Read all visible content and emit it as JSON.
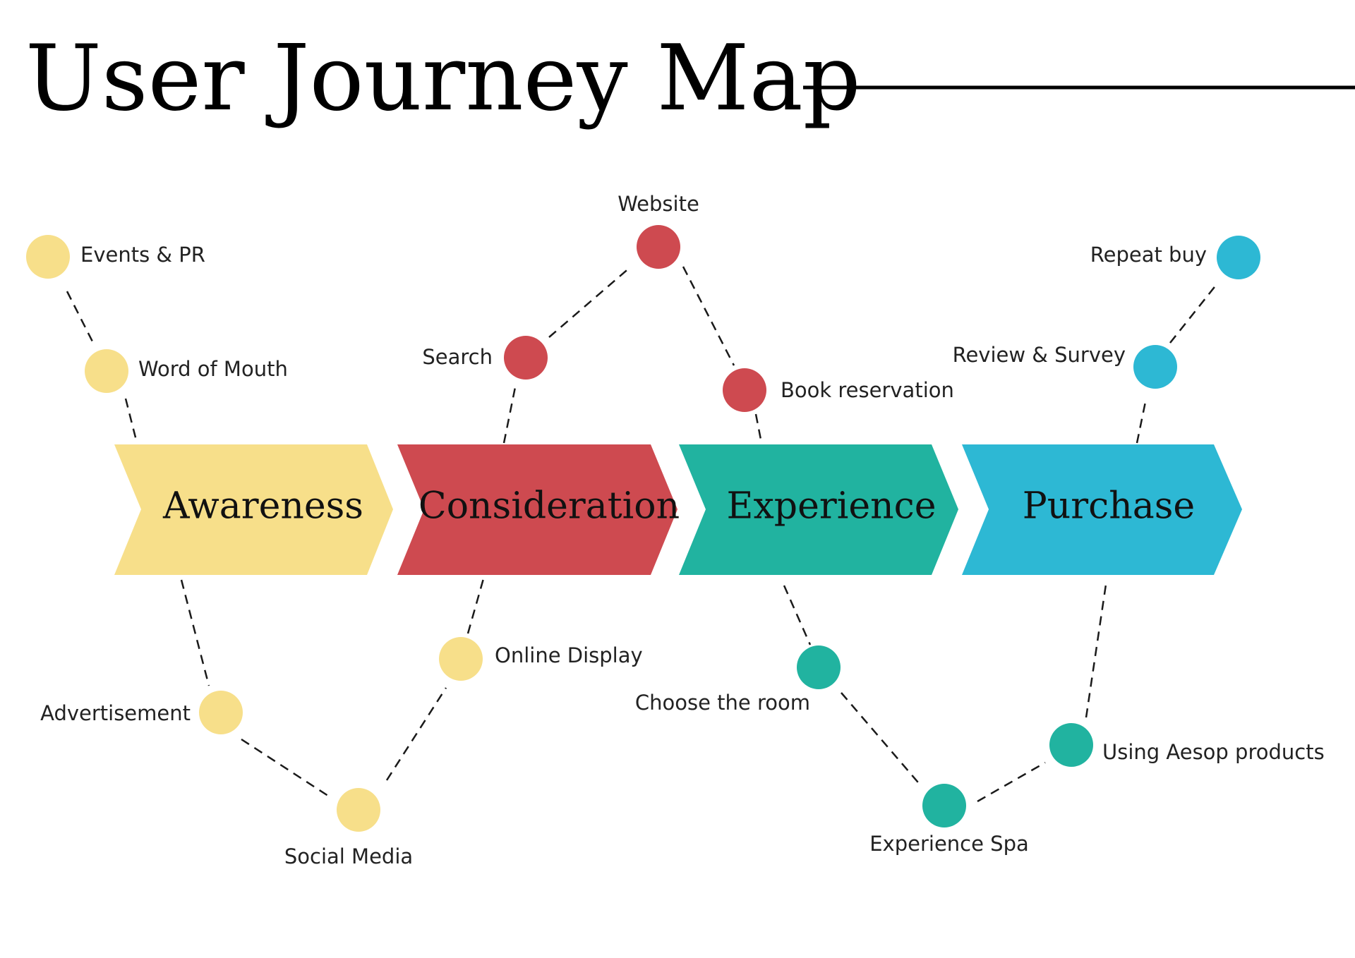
{
  "title": "User Journey Map",
  "stages": [
    {
      "label": "Awareness",
      "color": "#F7DF8A"
    },
    {
      "label": "Consideration",
      "color": "#CE4A50"
    },
    {
      "label": "Experience",
      "color": "#21B3A0"
    },
    {
      "label": "Purchase",
      "color": "#2DB8D4"
    }
  ],
  "touchpoints": {
    "events_pr": "Events & PR",
    "word_of_mouth": "Word of Mouth",
    "advertisement": "Advertisement",
    "social_media": "Social Media",
    "online_display": "Online Display",
    "search": "Search",
    "website": "Website",
    "book_reservation": "Book reservation",
    "choose_room": "Choose the room",
    "experience_spa": "Experience Spa",
    "using_aesop": "Using Aesop products",
    "review_survey": "Review & Survey",
    "repeat_buy": "Repeat buy"
  }
}
